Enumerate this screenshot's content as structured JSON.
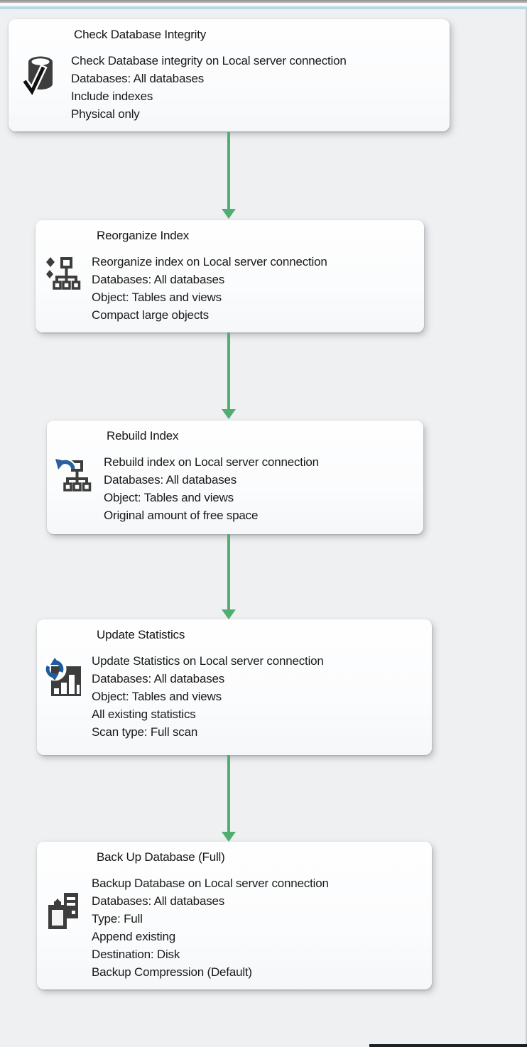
{
  "surface": {
    "background_color": "#eef0f2",
    "accent_line_color": "#b5d8e6",
    "connector_color": "#52ad70",
    "icon_dark_color": "#3d3d3d",
    "icon_blue_color": "#2b5f9e"
  },
  "tasks": [
    {
      "title": "Check Database Integrity",
      "icon": "database-check-icon",
      "lines": [
        "Check Database integrity on Local server connection",
        "Databases: All databases",
        "Include indexes",
        "Physical only"
      ]
    },
    {
      "title": "Reorganize Index",
      "icon": "reorganize-index-icon",
      "lines": [
        "Reorganize index on Local server connection",
        "Databases: All databases",
        "Object: Tables and views",
        "Compact large objects"
      ]
    },
    {
      "title": "Rebuild Index",
      "icon": "rebuild-index-icon",
      "lines": [
        "Rebuild index on Local server connection",
        "Databases: All databases",
        "Object: Tables and views",
        "Original amount of free space"
      ]
    },
    {
      "title": "Update Statistics",
      "icon": "update-statistics-icon",
      "lines": [
        "Update Statistics on Local server connection",
        "Databases: All databases",
        "Object: Tables and views",
        "All existing statistics",
        "Scan type: Full scan"
      ]
    },
    {
      "title": "Back Up Database (Full)",
      "icon": "backup-database-icon",
      "lines": [
        "Backup Database on Local server connection",
        "Databases: All databases",
        "Type: Full",
        "Append existing",
        "Destination: Disk",
        "Backup Compression (Default)"
      ]
    }
  ]
}
